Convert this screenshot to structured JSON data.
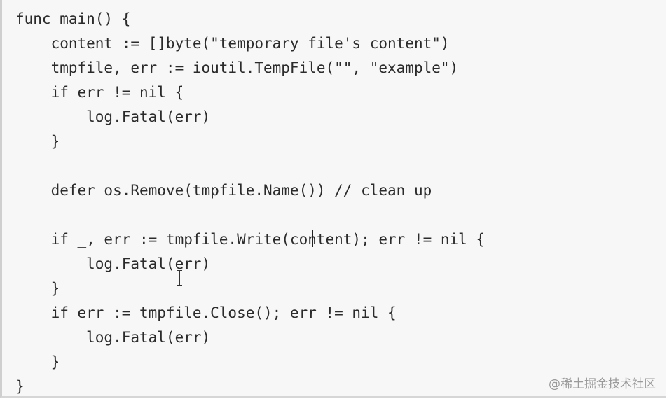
{
  "code": {
    "language": "go",
    "lines": [
      "func main() {",
      "    content := []byte(\"temporary file's content\")",
      "    tmpfile, err := ioutil.TempFile(\"\", \"example\")",
      "    if err != nil {",
      "        log.Fatal(err)",
      "    }",
      "",
      "    defer os.Remove(tmpfile.Name()) // clean up",
      "",
      "    if _, err := tmpfile.Write(content); err != nil {",
      "        log.Fatal(err)",
      "    }",
      "    if err := tmpfile.Close(); err != nil {",
      "        log.Fatal(err)",
      "    }",
      "}"
    ]
  },
  "cursor_icon": "ibeam-cursor-icon",
  "watermark": "@稀土掘金技术社区",
  "colors": {
    "panel_background": "#f7f7f7",
    "code_text": "#2b2b2b",
    "watermark_text": "#9a9a9a"
  }
}
